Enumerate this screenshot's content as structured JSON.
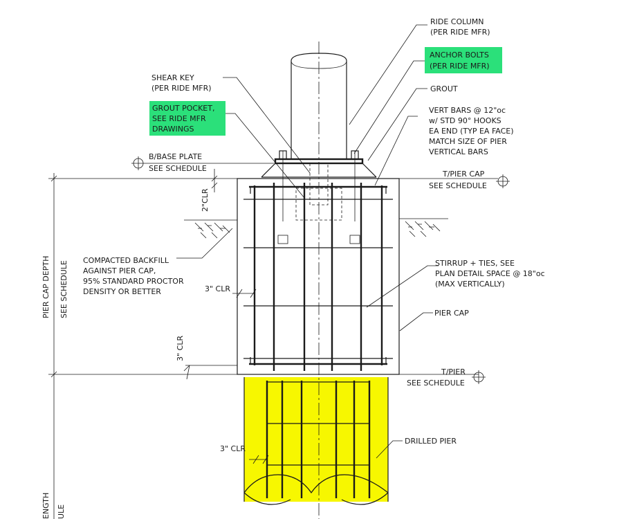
{
  "colors": {
    "highlight_green": "#2be07a",
    "highlight_yellow": "#f7f700",
    "line": "#1a1a1a"
  },
  "labels": {
    "ride_column": [
      "RIDE COLUMN",
      "(PER RIDE MFR)"
    ],
    "anchor_bolts": [
      "ANCHOR BOLTS",
      "(PER RIDE MFR)"
    ],
    "grout": [
      "GROUT"
    ],
    "vert_bars": [
      "VERT BARS @ 12\"oc",
      "w/ STD 90° HOOKS",
      "EA END (TYP EA FACE)",
      "MATCH SIZE OF PIER",
      "VERTICAL BARS"
    ],
    "shear_key": [
      "SHEAR KEY",
      "(PER RIDE MFR)"
    ],
    "grout_pocket": [
      "GROUT POCKET,",
      "SEE RIDE MFR",
      "DRAWINGS"
    ],
    "base_plate": [
      "B/BASE PLATE",
      "SEE SCHEDULE"
    ],
    "pier_cap_top": [
      "T/PIER CAP",
      "SEE SCHEDULE"
    ],
    "clr_2in": "2\"CLR",
    "backfill": [
      "COMPACTED BACKFILL",
      "AGAINST PIER CAP,",
      "95% STANDARD PROCTOR",
      "DENSITY OR BETTER"
    ],
    "stirrup": [
      "STIRRUP + TIES, SEE",
      "PLAN DETAIL SPACE @ 18\"oc",
      "(MAX VERTICALLY)"
    ],
    "clr_3in_side": "3\" CLR",
    "pier_cap": "PIER CAP",
    "clr_3in_bottom": "3\" CLR",
    "pier_top": [
      "T/PIER",
      "SEE SCHEDULE"
    ],
    "clr_3in_pier": "3\" CLR",
    "drilled_pier": "DRILLED PIER",
    "pier_cap_depth": [
      "PIER CAP DEPTH",
      "SEE SCHEDULE"
    ],
    "length_partial": [
      "ENGTH",
      "ULE"
    ]
  }
}
